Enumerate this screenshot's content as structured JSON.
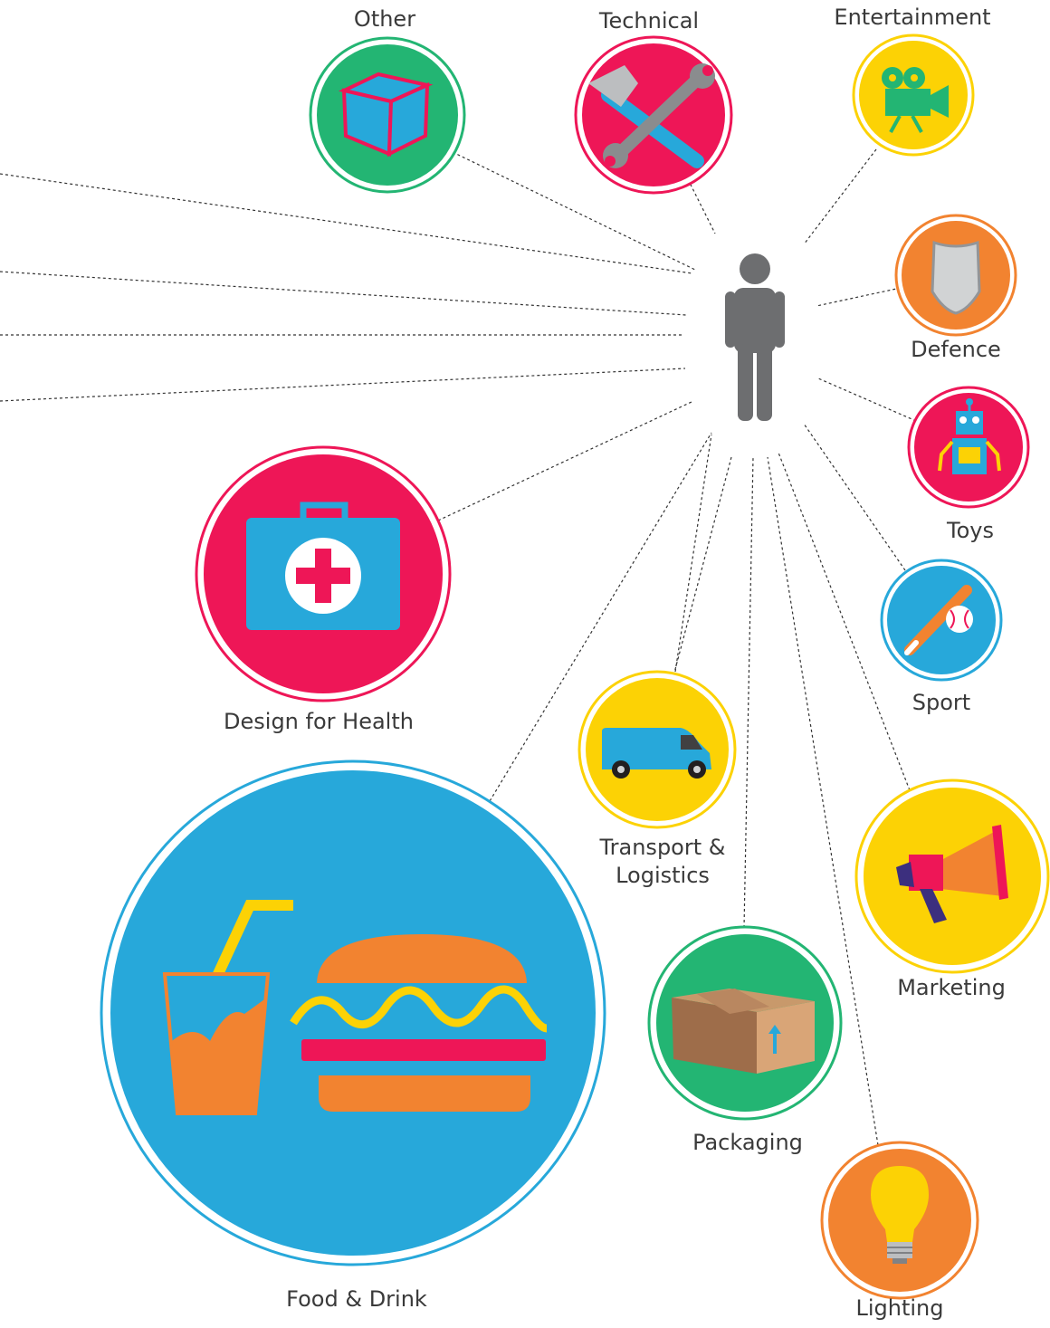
{
  "colors": {
    "red": "#ee1657",
    "green": "#23b573",
    "yellow": "#fcd205",
    "orange": "#f28330",
    "blue": "#27a8da",
    "person": "#6d6e70"
  },
  "center": {
    "icon": "person-icon"
  },
  "categories": [
    {
      "label": "Other",
      "color": "green",
      "icon": "cube-icon"
    },
    {
      "label": "Technical",
      "color": "red",
      "icon": "hammer-wrench-icon"
    },
    {
      "label": "Entertainment",
      "color": "yellow",
      "icon": "movie-camera-icon"
    },
    {
      "label": "Defence",
      "color": "orange",
      "icon": "shield-icon"
    },
    {
      "label": "Toys",
      "color": "red",
      "icon": "robot-icon"
    },
    {
      "label": "Sport",
      "color": "blue",
      "icon": "baseball-bat-icon"
    },
    {
      "label": "Design for Health",
      "color": "red",
      "icon": "first-aid-kit-icon"
    },
    {
      "label": "Transport &",
      "label2": "Logistics",
      "color": "yellow",
      "icon": "van-icon"
    },
    {
      "label": "Marketing",
      "color": "yellow",
      "icon": "megaphone-icon"
    },
    {
      "label": "Packaging",
      "color": "green",
      "icon": "box-icon"
    },
    {
      "label": "Food & Drink",
      "color": "blue",
      "icon": "burger-drink-icon"
    },
    {
      "label": "Lighting",
      "color": "orange",
      "icon": "light-bulb-icon"
    }
  ]
}
